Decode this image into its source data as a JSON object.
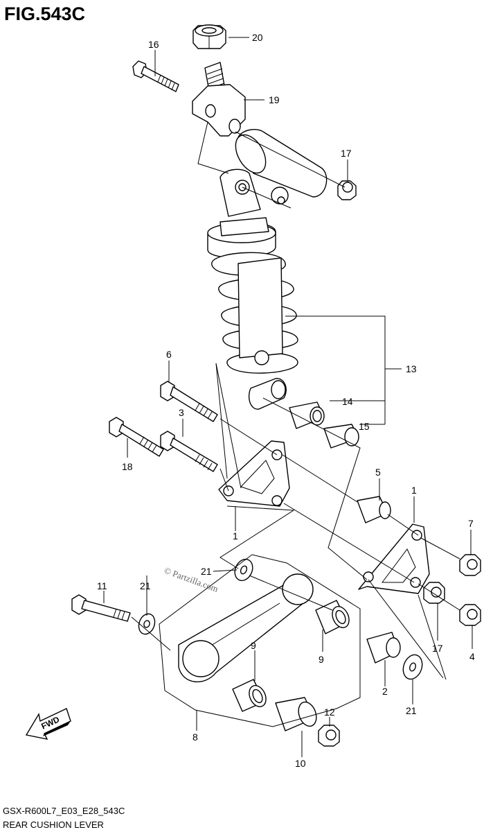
{
  "figure": {
    "title": "FIG.543C"
  },
  "callouts": {
    "c1a": "1",
    "c1b": "1",
    "c2": "2",
    "c3": "3",
    "c4": "4",
    "c5": "5",
    "c6": "6",
    "c7": "7",
    "c8": "8",
    "c9a": "9",
    "c9b": "9",
    "c10": "10",
    "c11": "11",
    "c12": "12",
    "c13": "13",
    "c14": "14",
    "c15": "15",
    "c16": "16",
    "c17a": "17",
    "c17b": "17",
    "c18": "18",
    "c19": "19",
    "c20": "20",
    "c21a": "21",
    "c21b": "21",
    "c21c": "21"
  },
  "fwd_label": "FWD",
  "watermark": "© Partzilla.com",
  "footer": {
    "model_code": "GSX-R600L7_E03_E28_543C",
    "section_name": "REAR CUSHION LEVER"
  }
}
